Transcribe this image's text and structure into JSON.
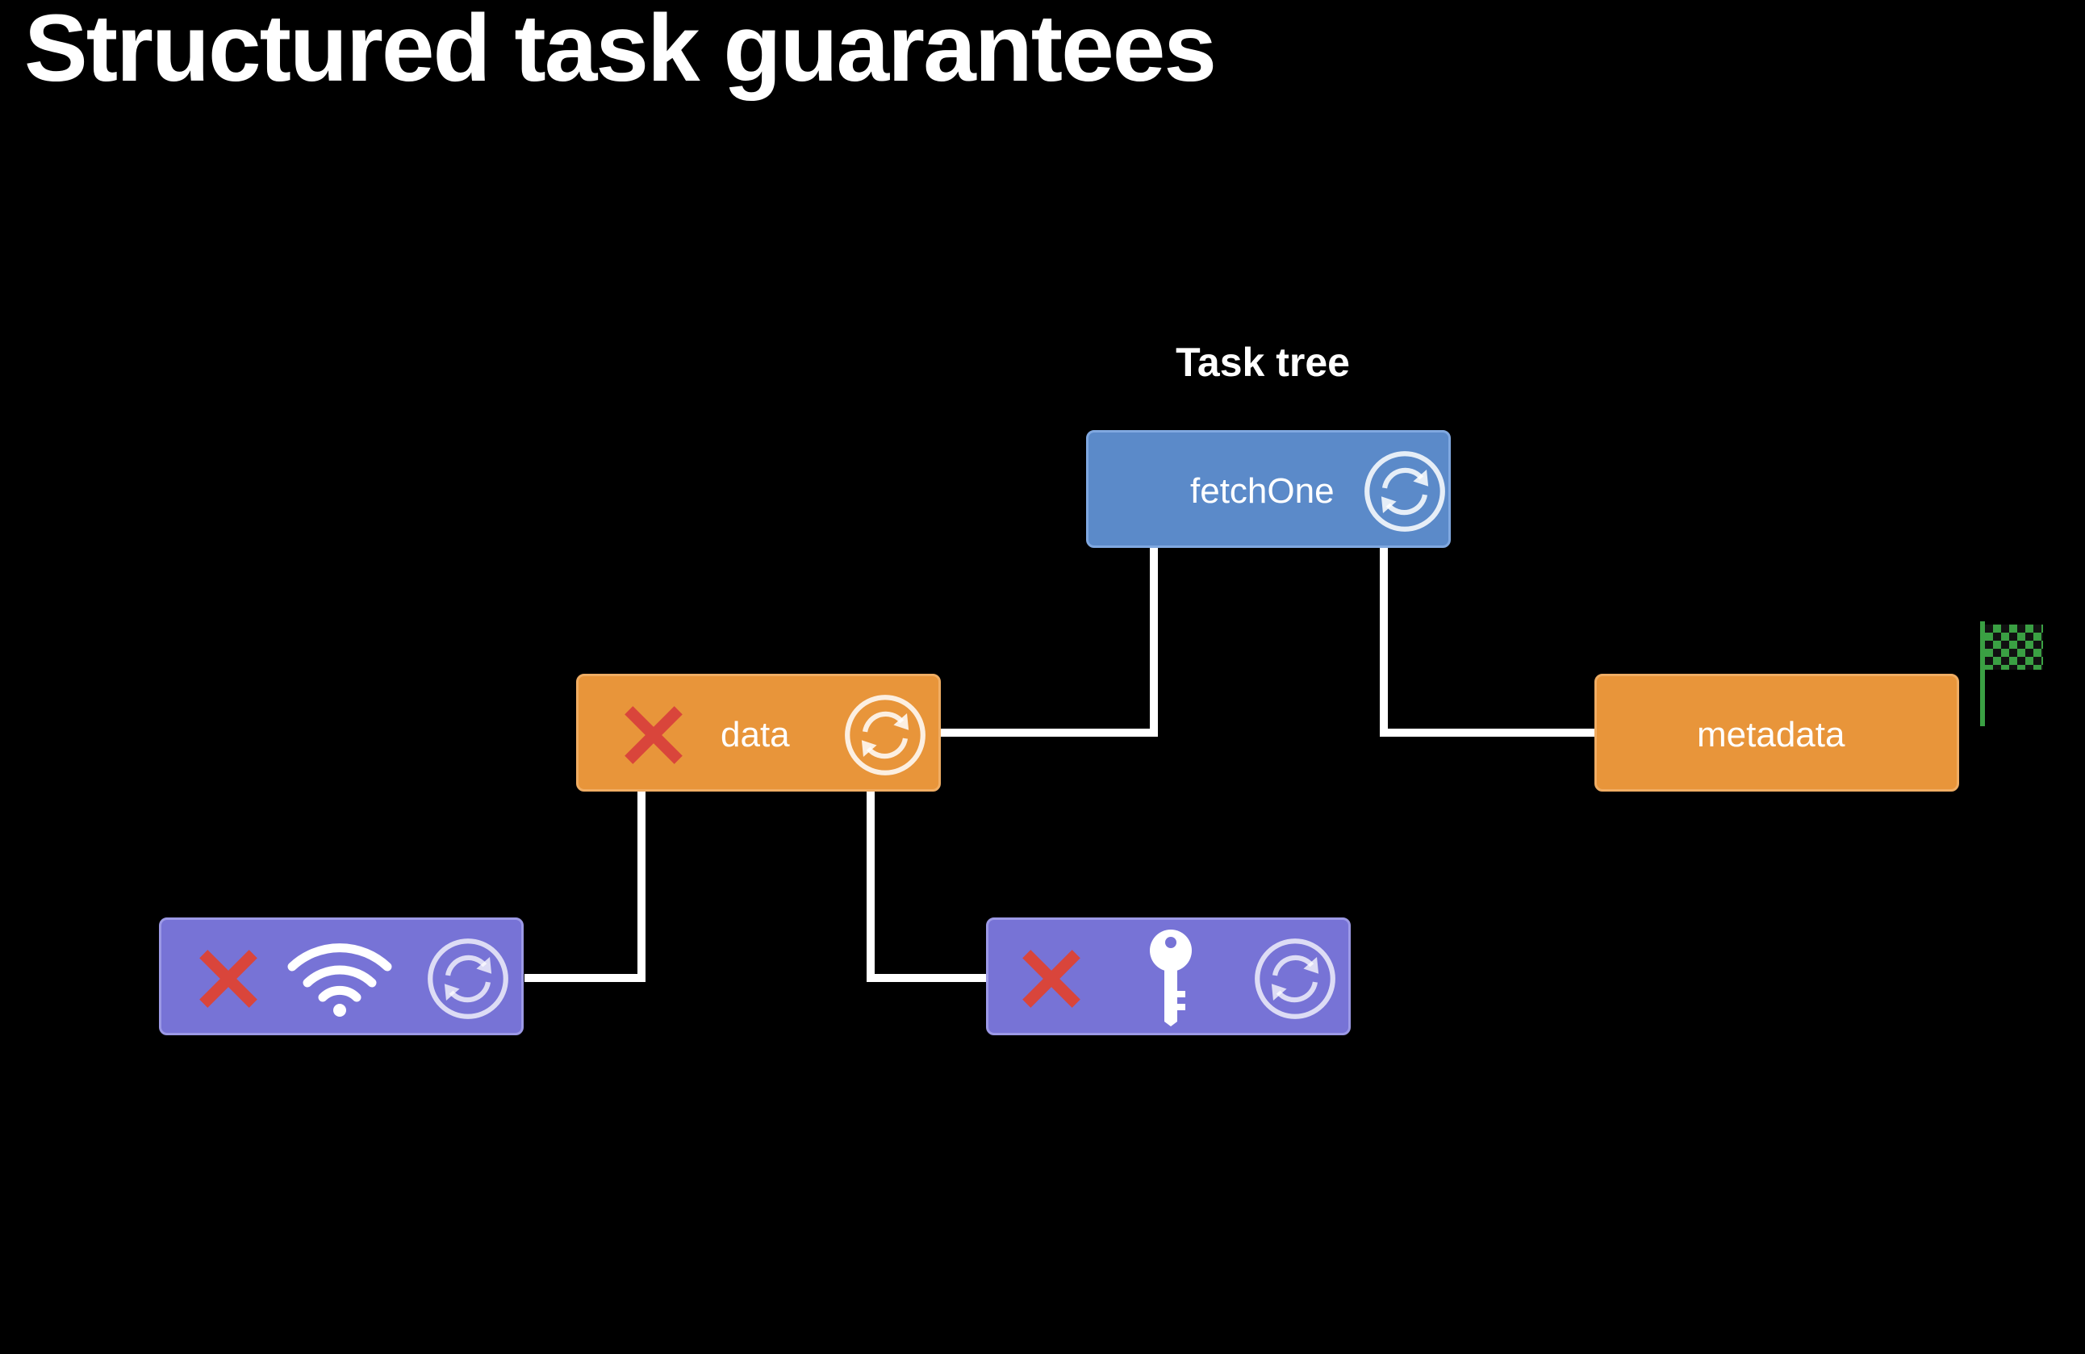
{
  "slide": {
    "title": "Structured task guarantees"
  },
  "diagram": {
    "title": "Task tree",
    "nodes": {
      "fetch_one": {
        "label": "fetchOne",
        "color": "#5b8ac9",
        "icons": [
          "refresh-icon"
        ]
      },
      "data": {
        "label": "data",
        "color": "#e8953a",
        "icons": [
          "cancel-x-icon",
          "refresh-icon"
        ]
      },
      "metadata": {
        "label": "metadata",
        "color": "#e8953a",
        "icons": [],
        "status_icon": "checkered-flag-icon"
      },
      "network_task": {
        "color": "#7773d6",
        "icons": [
          "cancel-x-icon",
          "wifi-icon",
          "refresh-icon"
        ]
      },
      "key_task": {
        "color": "#7773d6",
        "icons": [
          "cancel-x-icon",
          "key-icon",
          "refresh-icon"
        ]
      }
    },
    "edges": [
      [
        "fetch_one",
        "data"
      ],
      [
        "fetch_one",
        "metadata"
      ],
      [
        "data",
        "network_task"
      ],
      [
        "data",
        "key_task"
      ]
    ],
    "colors": {
      "connector": "#ffffff",
      "cancel_mark": "#d9453b",
      "flag_green": "#3aa043"
    }
  }
}
